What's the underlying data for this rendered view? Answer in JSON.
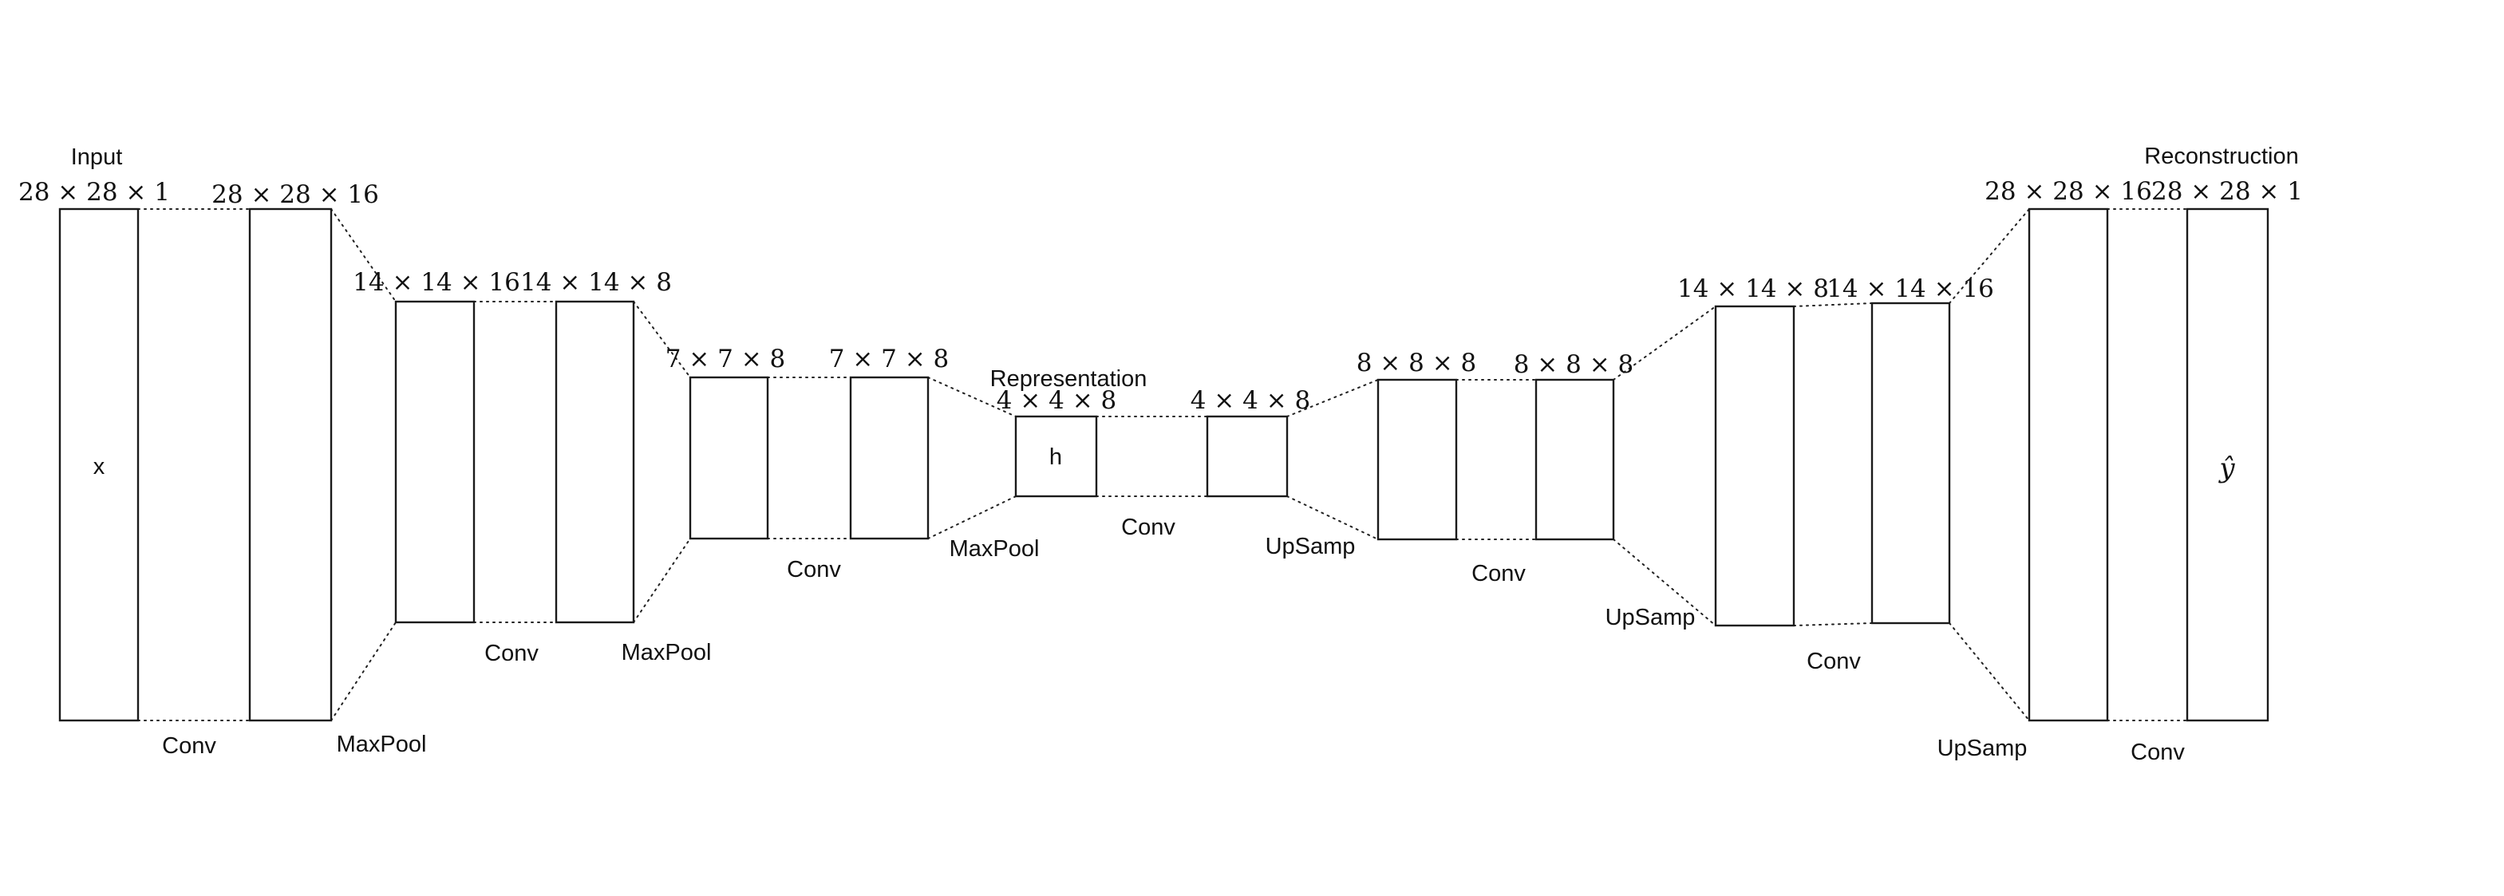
{
  "blocks": [
    {
      "id": "input",
      "dims": "28 × 28 × 1",
      "top_label": "Input",
      "inner": "x"
    },
    {
      "id": "conv1",
      "dims": "28 × 28 × 16"
    },
    {
      "id": "pool1",
      "dims": "14 × 14 × 16"
    },
    {
      "id": "conv2",
      "dims": "14 × 14 × 8"
    },
    {
      "id": "pool2",
      "dims": "7 × 7 × 8"
    },
    {
      "id": "conv3",
      "dims": "7 × 7 × 8"
    },
    {
      "id": "repr",
      "dims": "4 × 4 × 8",
      "top_label": "Representation",
      "inner": "h"
    },
    {
      "id": "conv4",
      "dims": "4 × 4 × 8"
    },
    {
      "id": "up1",
      "dims": "8 × 8 × 8"
    },
    {
      "id": "conv5",
      "dims": "8 × 8 × 8"
    },
    {
      "id": "up2",
      "dims": "14 × 14 × 8"
    },
    {
      "id": "conv6",
      "dims": "14 × 14 × 16"
    },
    {
      "id": "up3",
      "dims": "28 × 28 × 16"
    },
    {
      "id": "output",
      "dims": "28 × 28 × 1",
      "top_label": "Reconstruction",
      "inner": "ŷ"
    }
  ],
  "ops": [
    "Conv",
    "MaxPool",
    "Conv",
    "MaxPool",
    "Conv",
    "MaxPool",
    "Conv",
    "UpSamp",
    "Conv",
    "UpSamp",
    "Conv",
    "UpSamp",
    "Conv"
  ]
}
